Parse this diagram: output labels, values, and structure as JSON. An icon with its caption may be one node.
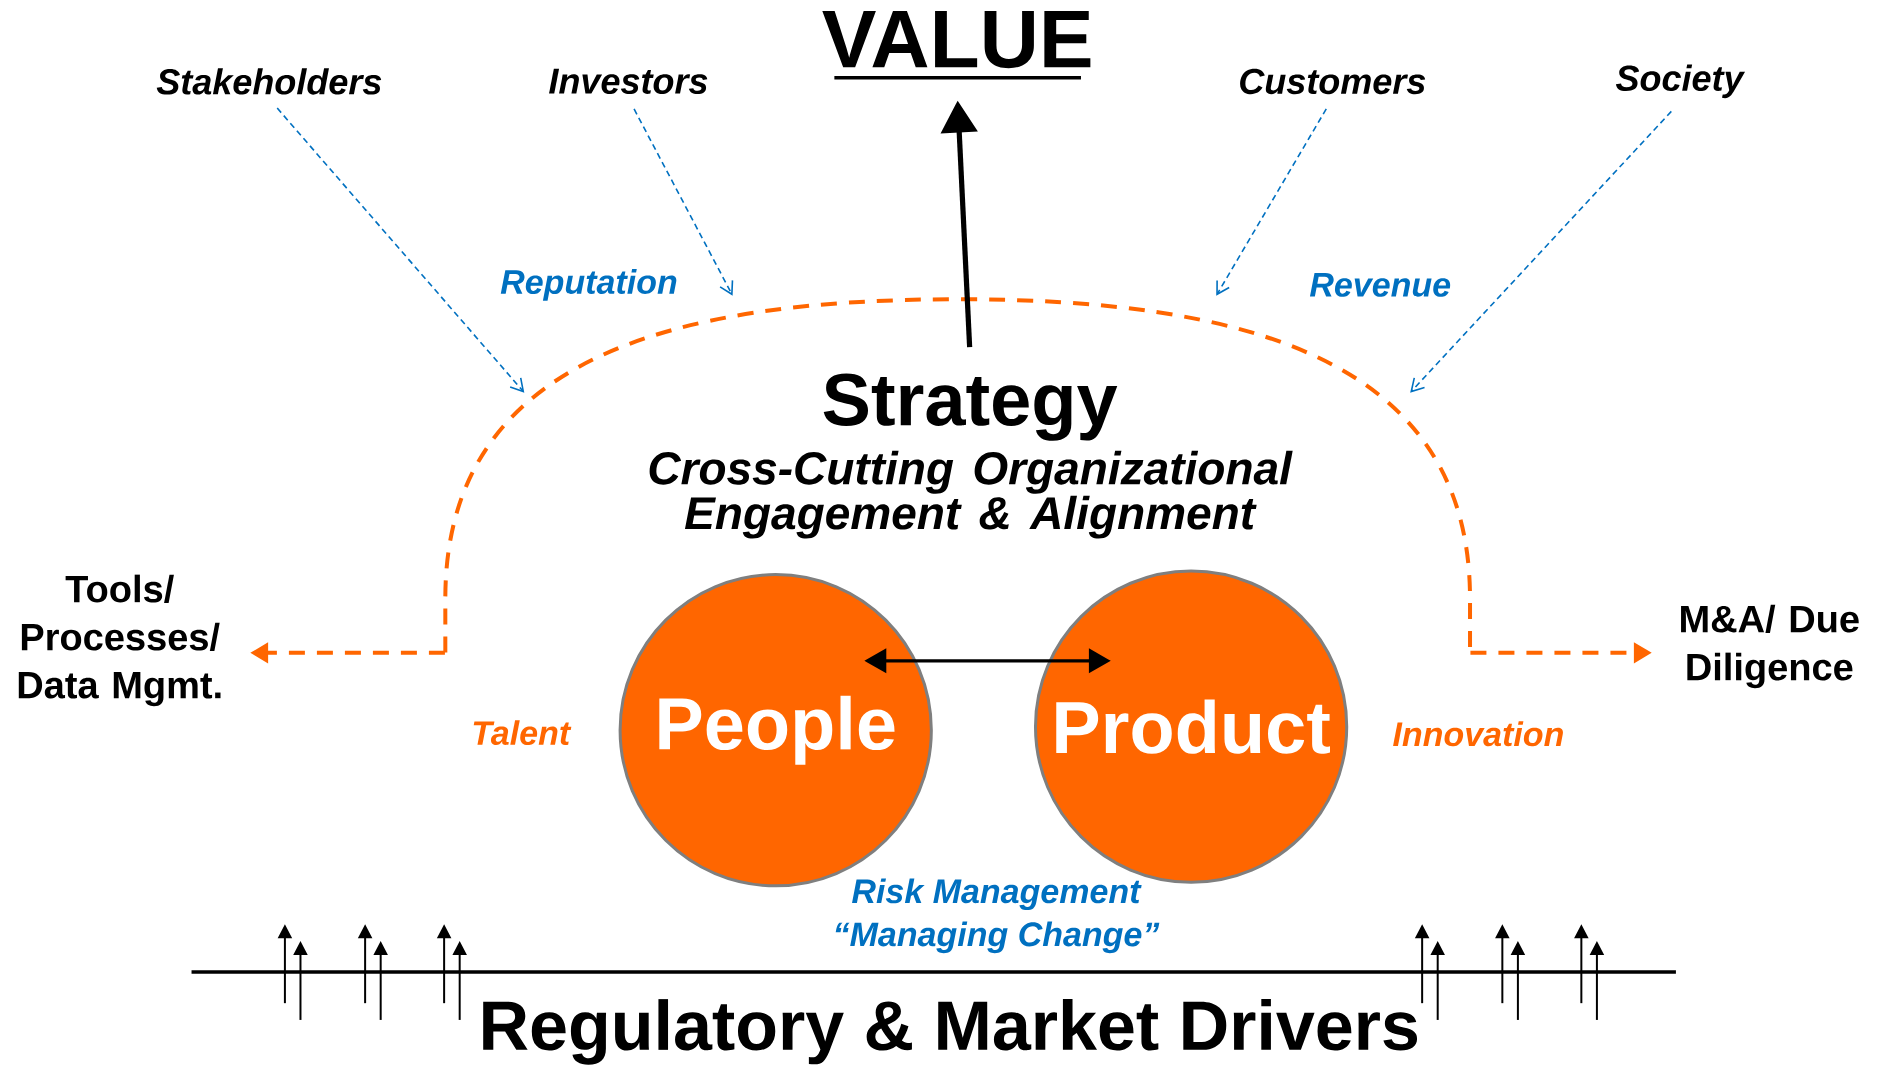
{
  "diagram": {
    "nodes": [
      {
        "text": [
          "VALUE"
        ]
      },
      {
        "text": [
          "Stakeholders"
        ]
      },
      {
        "text": [
          "Investors"
        ]
      },
      {
        "text": [
          "Customers"
        ]
      },
      {
        "text": [
          "Society"
        ]
      },
      {
        "text": [],
        "shape": "arc"
      },
      {
        "text": [
          "Strategy",
          "Cross-Cutting Organizational Engagement & Alignment"
        ],
        "in": 5
      },
      {
        "text": [
          "Tools/ Processes/ Data Mgmt."
        ]
      },
      {
        "text": [
          "M&A/ Due Diligence"
        ]
      },
      {
        "text": [
          "People"
        ],
        "beside": [
          "Talent"
        ]
      },
      {
        "text": [
          "Product"
        ],
        "beside": [
          "Innovation"
        ]
      }
    ],
    "edges": [
      {
        "from": 1,
        "to": 5,
        "arrow": "to",
        "style": "dashed",
        "color": "#0070c0"
      },
      {
        "from": 2,
        "to": 5,
        "arrow": "to",
        "style": "dashed",
        "color": "#0070c0"
      },
      {
        "from": 3,
        "to": 5,
        "arrow": "to",
        "style": "dashed",
        "color": "#0070c0"
      },
      {
        "from": 4,
        "to": 5,
        "arrow": "to",
        "style": "dashed",
        "color": "#0070c0"
      },
      {
        "from": 5,
        "to": 7,
        "arrow": "to",
        "style": "dashed",
        "color": "#ff6600"
      },
      {
        "from": 5,
        "to": 8,
        "arrow": "to",
        "style": "dashed",
        "color": "#ff6600"
      },
      {
        "from": 6,
        "to": 0,
        "arrow": "to",
        "style": "thick",
        "color": "#000000"
      },
      {
        "from": 9,
        "to": 10,
        "arrow": "both",
        "color": "#000000"
      }
    ],
    "labels": [
      "Reputation",
      "Revenue",
      "Risk Management",
      "“Managing Change”",
      "Regulatory & Market Drivers"
    ]
  }
}
